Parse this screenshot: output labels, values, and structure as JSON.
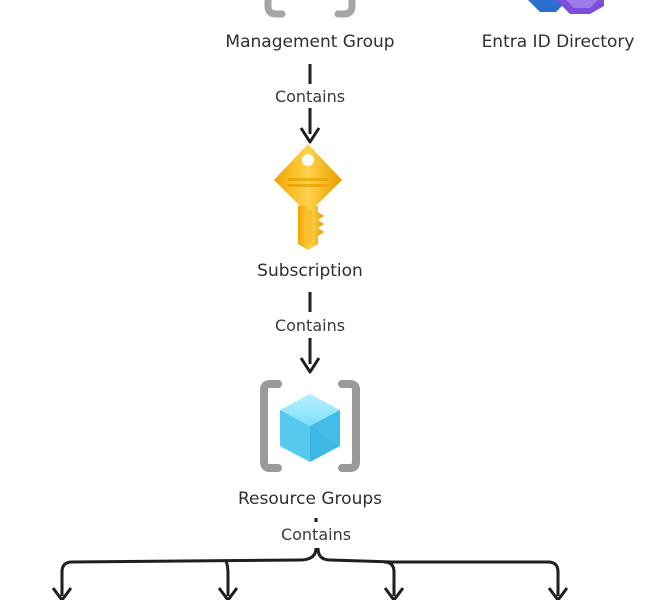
{
  "nodes": {
    "management_group": {
      "label": "Management Group",
      "icon": "management-group-icon"
    },
    "entra_id": {
      "label": "Entra ID Directory",
      "icon": "entra-id-icon"
    },
    "subscription": {
      "label": "Subscription",
      "icon": "key-icon"
    },
    "resource_groups": {
      "label": "Resource Groups",
      "icon": "resource-group-cube-icon"
    }
  },
  "edges": [
    {
      "label": "Contains"
    },
    {
      "label": "Contains"
    },
    {
      "label": "Contains"
    }
  ],
  "colors": {
    "line": "#1f1f1f",
    "bracket": "#9a9a9a",
    "key": "#f4b400",
    "cube": "#5fd0f0",
    "entra_blue": "#1f6fd1",
    "entra_purple": "#7a4ad8"
  }
}
